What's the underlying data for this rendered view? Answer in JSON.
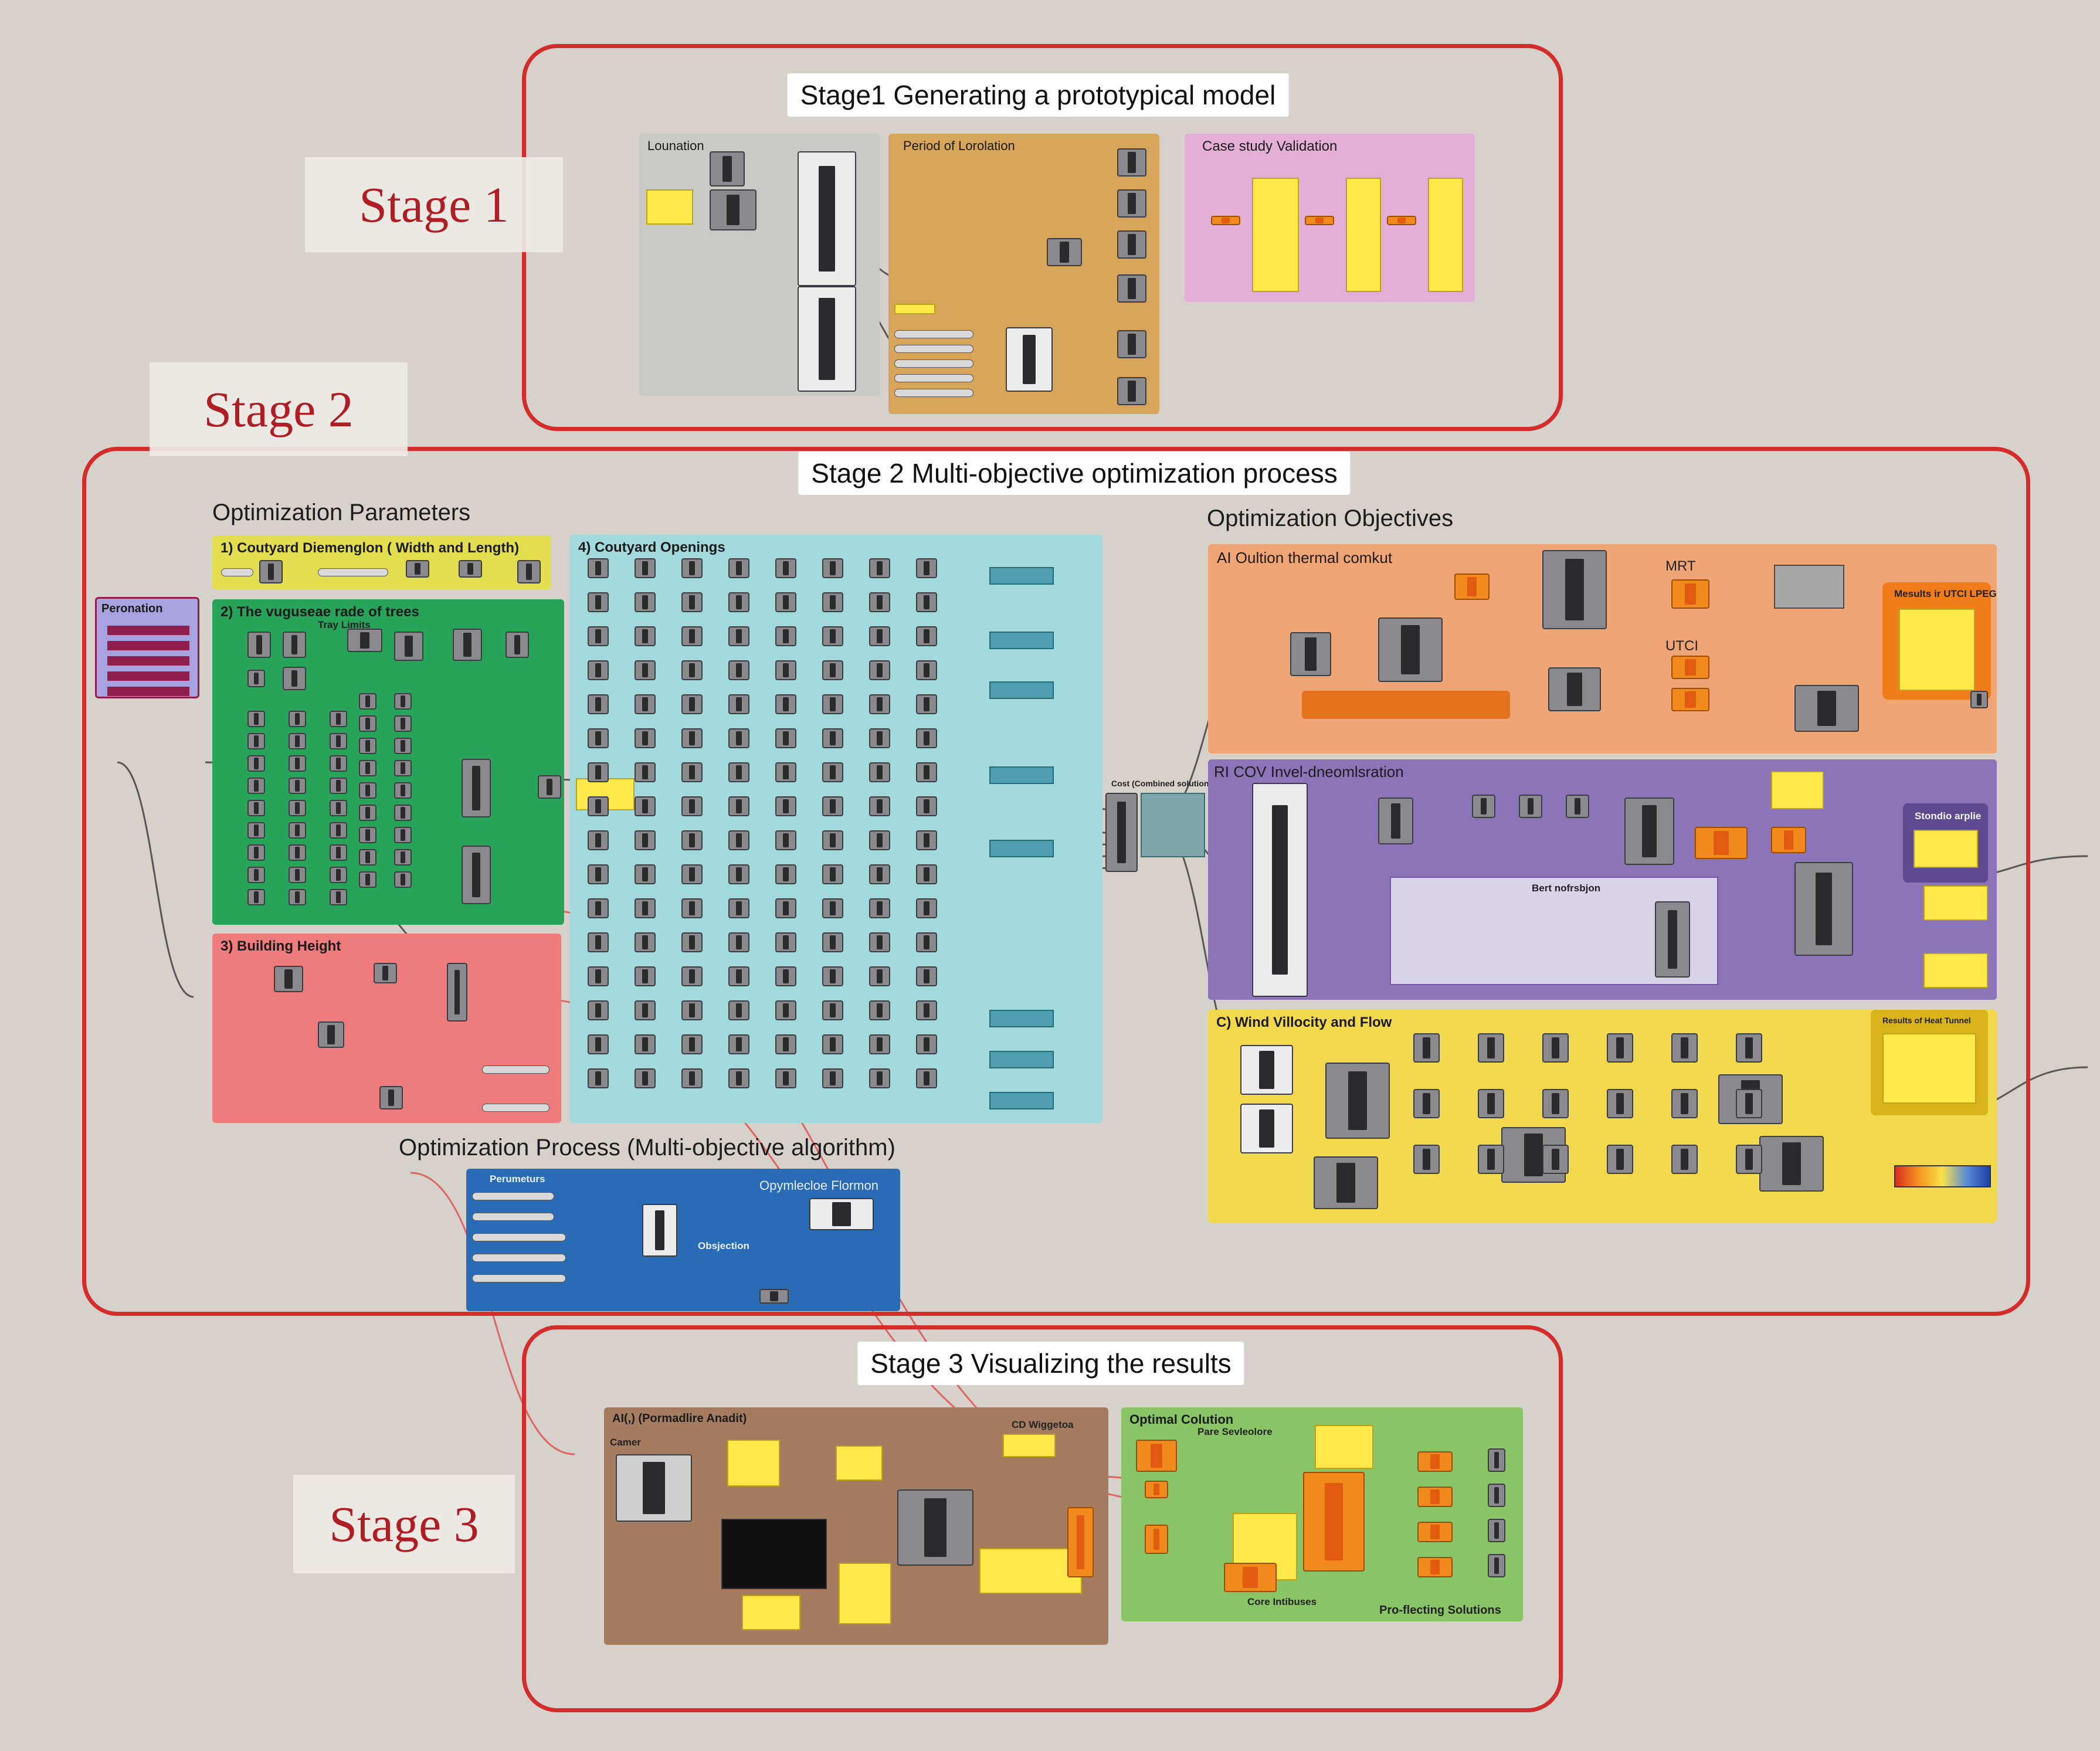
{
  "stages": {
    "stage1": {
      "label": "Stage 1",
      "title": "Stage1 Generating a prototypical model",
      "groups": {
        "location": "Lounation",
        "period": "Period of Lorolation",
        "validation": "Case study Validation"
      }
    },
    "stage2": {
      "label": "Stage 2",
      "title": "Stage 2 Multi-objective optimization process",
      "params_heading": "Optimization Parameters",
      "objectives_heading": "Optimization Objectives",
      "process_heading": "Optimization Process (Multi-objective algorithm)",
      "groups": {
        "personation": "Peronation",
        "courtyard_dimension": "1) Coutyard Diemenglon ( Width and Length)",
        "trees": "2) The vuguseae rade of trees",
        "trees_sub": "Tray Limits",
        "building_height": "3) Building Height",
        "openings": "4) Coutyard Openings",
        "thermal": "AI Oultion thermal comkut",
        "mrt": "MRT",
        "utci": "UTCI",
        "results_utci": "Mesults ir UTCI LPEG",
        "cov": "RI COV Invel-dneomlsration",
        "best_solution": "Bert nofrsbjon",
        "sunlight": "Stondio arplie",
        "wind": "C) Wind Villocity and Flow",
        "wind_results": "Results of Heat Tunnel",
        "process_params": "Perumeturs",
        "optimization_solver": "Opymlecloe Flormon",
        "process_objectives": "Obsjection",
        "combine": "Cost (Combined solution)"
      }
    },
    "stage3": {
      "label": "Stage 3",
      "title": "Stage 3 Visualizing the results",
      "groups": {
        "analysis": "AI(,)  (Pormadlire Anadit)",
        "camera": "Camer",
        "cd_viewport": "CD Wiggetoa",
        "optimal": "Optimal Colution",
        "pareto_front": "Pare Sevleolore",
        "core_attributes": "Core Intibuses",
        "ranking": "Pro-flecting Solutions"
      }
    }
  },
  "colors": {
    "frame": "#d42b2b",
    "stage_label": "#b01e25",
    "background": "#d7d1cb",
    "location_group": "#c9c9c5",
    "period_group": "#d6a55a",
    "validation_group": "#e3afd6",
    "courtyard_dimension_group": "#e2de50",
    "trees_group": "#27a35a",
    "building_height_group": "#ee7c7d",
    "openings_group": "#a2d9dc",
    "thermal_group": "#f0a576",
    "cov_group": "#8b74b8",
    "wind_group": "#f2d84c",
    "process_group": "#2a6bb5",
    "analysis_group": "#a57c60",
    "optimal_group": "#89c466",
    "personation_group": "#a9a2e0"
  }
}
